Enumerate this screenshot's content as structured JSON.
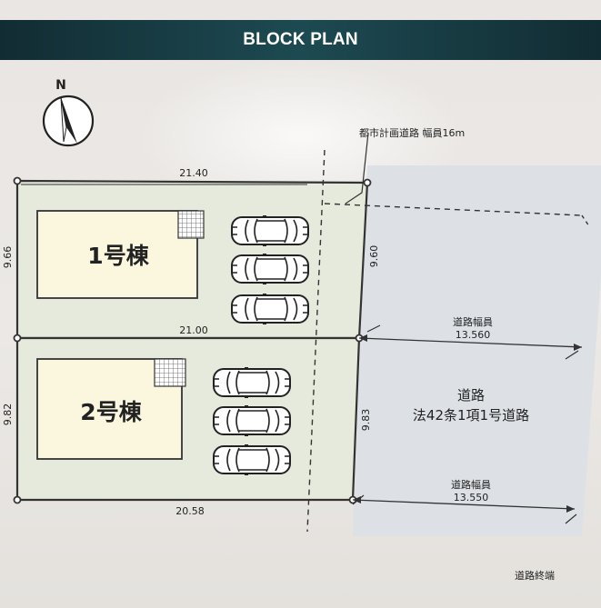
{
  "header": {
    "title": "BLOCK PLAN"
  },
  "compass": {
    "label": "N"
  },
  "road_city": {
    "label": "都市計画道路 幅員16m"
  },
  "lot1": {
    "name": "1号棟",
    "dim_top": "21.40",
    "dim_bottom": "21.00",
    "dim_left": "9.66",
    "dim_right": "9.60"
  },
  "lot2": {
    "name": "2号棟",
    "dim_bottom": "20.58",
    "dim_left": "9.82",
    "dim_right": "9.83"
  },
  "road": {
    "title": "道路",
    "category": "法42条1項1号道路",
    "width_label": "道路幅員",
    "width_upper": "13.560",
    "width_lower": "13.550",
    "end_label": "道路終端"
  },
  "colors": {
    "header": "#1d4a52",
    "lot_fill": "#e6eadd",
    "building_fill": "#fbf7df",
    "road_fill": "#dde1e5",
    "line": "#333333"
  }
}
